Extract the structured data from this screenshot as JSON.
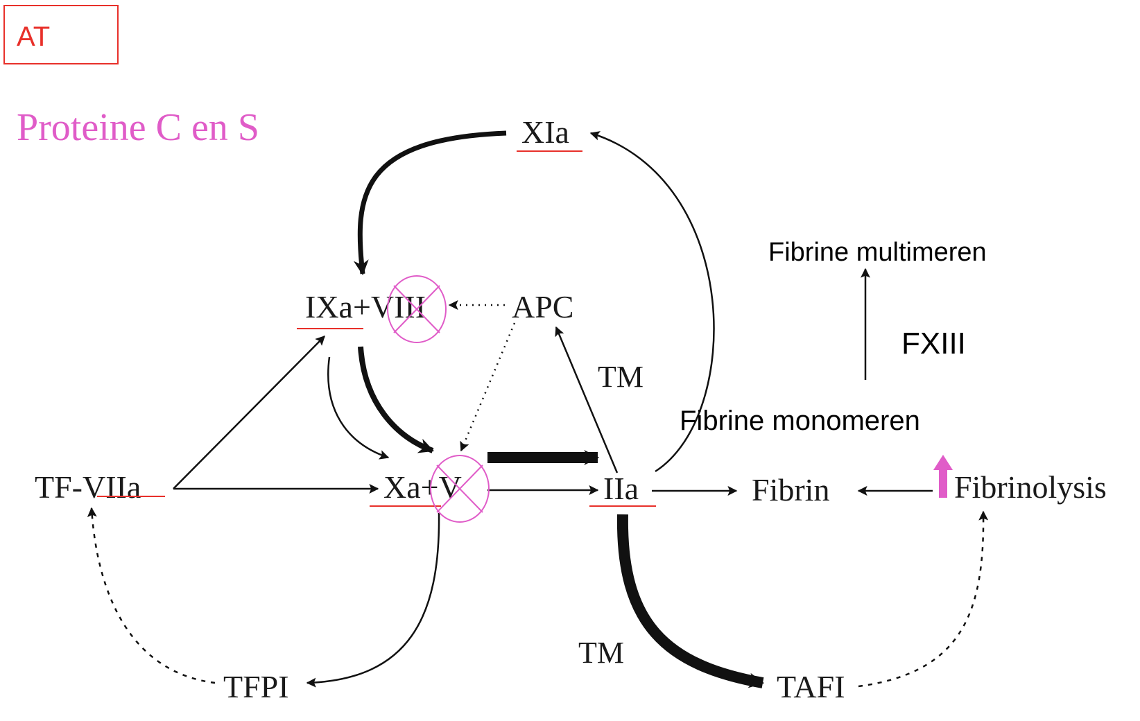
{
  "badge": {
    "text": "AT",
    "color": "#e8302a"
  },
  "title": {
    "text": "Proteine C en S",
    "color": "#e05cc8"
  },
  "nodes": {
    "xia": "XIa",
    "ixa_viii": "IXa+VIII",
    "apc": "APC",
    "tm_upper": "TM",
    "tf_viia": "TF-VIIa",
    "xa_v": "Xa+V",
    "iia": "IIa",
    "fibrin": "Fibrin",
    "fibrinolysis": "Fibrinolysis",
    "tfpi": "TFPI",
    "tm_lower": "TM",
    "tafi": "TAFI"
  },
  "fibrin_steps": {
    "monomers": "Fibrine monomeren",
    "multimers": "Fibrine multimeren",
    "factor": "FXIII"
  },
  "colors": {
    "underline": "#e8302a",
    "inhibition_marker": "#e05cc8",
    "upregulation_arrow": "#e05cc8",
    "arrows": "#111111"
  },
  "icons": {
    "inhibited": "crossed-circle-icon",
    "increase": "thick-up-arrow-icon"
  }
}
